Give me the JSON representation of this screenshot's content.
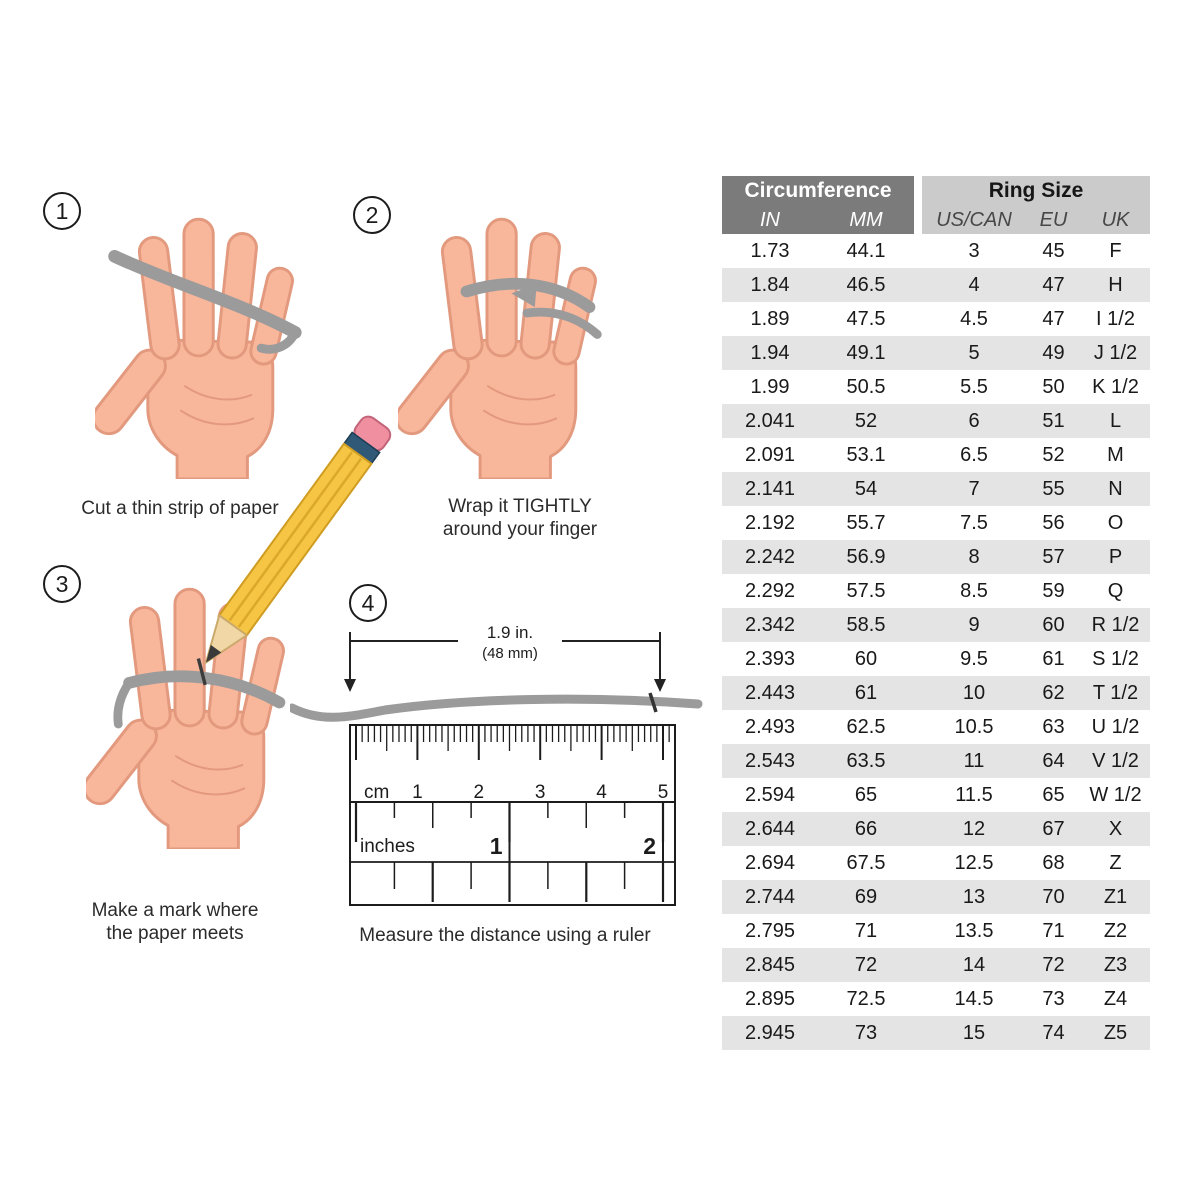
{
  "steps": [
    {
      "number": "1",
      "caption_lines": [
        "Cut a thin strip of paper"
      ]
    },
    {
      "number": "2",
      "caption_lines": [
        "Wrap it TIGHTLY",
        "around your finger"
      ]
    },
    {
      "number": "3",
      "caption_lines": [
        "Make a mark where",
        "the paper meets"
      ]
    },
    {
      "number": "4",
      "caption_lines": [
        "Measure the distance using a ruler"
      ]
    }
  ],
  "ruler": {
    "measurement_label": "1.9 in.",
    "measurement_sublabel": "(48 mm)",
    "cm_unit_label": "cm",
    "cm_numbers": [
      "1",
      "2",
      "3",
      "4",
      "5"
    ],
    "inch_unit_label": "inches",
    "inch_numbers": [
      "1",
      "2"
    ]
  },
  "table": {
    "group_headers": [
      {
        "label": "Circumference",
        "bg": "#7b7b7b",
        "color": "#ffffff"
      },
      {
        "label": "Ring Size",
        "bg": "#cbcbcb",
        "color": "#161616"
      }
    ],
    "columns": [
      "IN",
      "MM",
      "US/CAN",
      "EU",
      "UK"
    ],
    "stripe_colors": [
      "#ffffff",
      "#e4e4e4"
    ],
    "rows": [
      [
        "1.73",
        "44.1",
        "3",
        "45",
        "F"
      ],
      [
        "1.84",
        "46.5",
        "4",
        "47",
        "H"
      ],
      [
        "1.89",
        "47.5",
        "4.5",
        "47",
        "I 1/2"
      ],
      [
        "1.94",
        "49.1",
        "5",
        "49",
        "J 1/2"
      ],
      [
        "1.99",
        "50.5",
        "5.5",
        "50",
        "K 1/2"
      ],
      [
        "2.041",
        "52",
        "6",
        "51",
        "L"
      ],
      [
        "2.091",
        "53.1",
        "6.5",
        "52",
        "M"
      ],
      [
        "2.141",
        "54",
        "7",
        "55",
        "N"
      ],
      [
        "2.192",
        "55.7",
        "7.5",
        "56",
        "O"
      ],
      [
        "2.242",
        "56.9",
        "8",
        "57",
        "P"
      ],
      [
        "2.292",
        "57.5",
        "8.5",
        "59",
        "Q"
      ],
      [
        "2.342",
        "58.5",
        "9",
        "60",
        "R 1/2"
      ],
      [
        "2.393",
        "60",
        "9.5",
        "61",
        "S 1/2"
      ],
      [
        "2.443",
        "61",
        "10",
        "62",
        "T 1/2"
      ],
      [
        "2.493",
        "62.5",
        "10.5",
        "63",
        "U 1/2"
      ],
      [
        "2.543",
        "63.5",
        "11",
        "64",
        "V 1/2"
      ],
      [
        "2.594",
        "65",
        "11.5",
        "65",
        "W 1/2"
      ],
      [
        "2.644",
        "66",
        "12",
        "67",
        "X"
      ],
      [
        "2.694",
        "67.5",
        "12.5",
        "68",
        "Z"
      ],
      [
        "2.744",
        "69",
        "13",
        "70",
        "Z1"
      ],
      [
        "2.795",
        "71",
        "13.5",
        "71",
        "Z2"
      ],
      [
        "2.845",
        "72",
        "14",
        "72",
        "Z3"
      ],
      [
        "2.895",
        "72.5",
        "14.5",
        "73",
        "Z4"
      ],
      [
        "2.945",
        "73",
        "15",
        "74",
        "Z5"
      ]
    ]
  },
  "colors": {
    "hand_fill": "#f8b69b",
    "hand_stroke": "#e2997d",
    "strip_gray": "#9b9b9b",
    "pencil_yellow": "#f5c543",
    "pencil_eraser": "#ef8f9f",
    "pencil_band": "#2f5976",
    "pencil_wood": "#f1d7a6",
    "pencil_lead": "#3a3a3a"
  }
}
